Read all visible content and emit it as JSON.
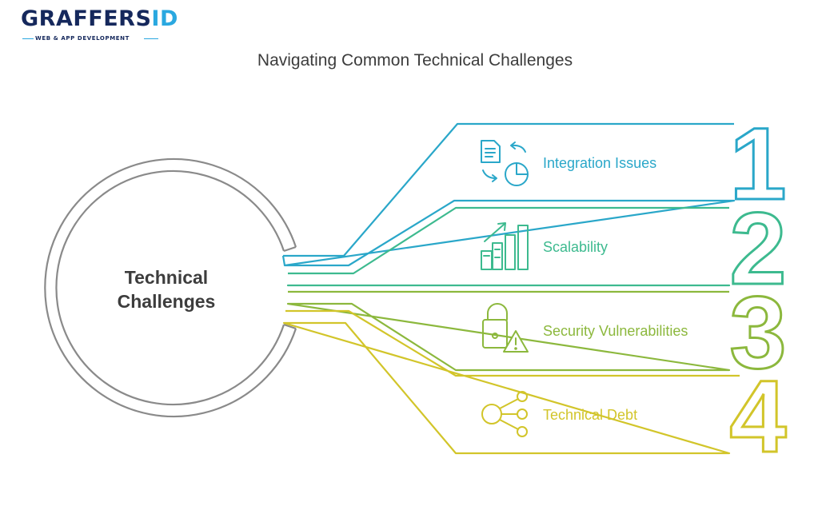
{
  "brand": {
    "name_main": "GRAFFERS",
    "name_accent": "ID",
    "tagline": "WEB & APP DEVELOPMENT"
  },
  "title": "Navigating Common Technical Challenges",
  "center": {
    "line1": "Technical",
    "line2": "Challenges"
  },
  "items": [
    {
      "number": "1",
      "label": "Integration Issues",
      "icon": "integration-icon",
      "color": "#2aa7c9"
    },
    {
      "number": "2",
      "label": "Scalability",
      "icon": "growth-chart-icon",
      "color": "#3dba8f"
    },
    {
      "number": "3",
      "label": "Security Vulnerabilities",
      "icon": "lock-warning-icon",
      "color": "#8cb83d"
    },
    {
      "number": "4",
      "label": "Technical Debt",
      "icon": "branching-icon",
      "color": "#d2c52a"
    }
  ],
  "colors": {
    "ring": "#8a8a8a",
    "title": "#3c3c3c",
    "brand": "#15285c",
    "brand_accent": "#2aa8e0"
  }
}
